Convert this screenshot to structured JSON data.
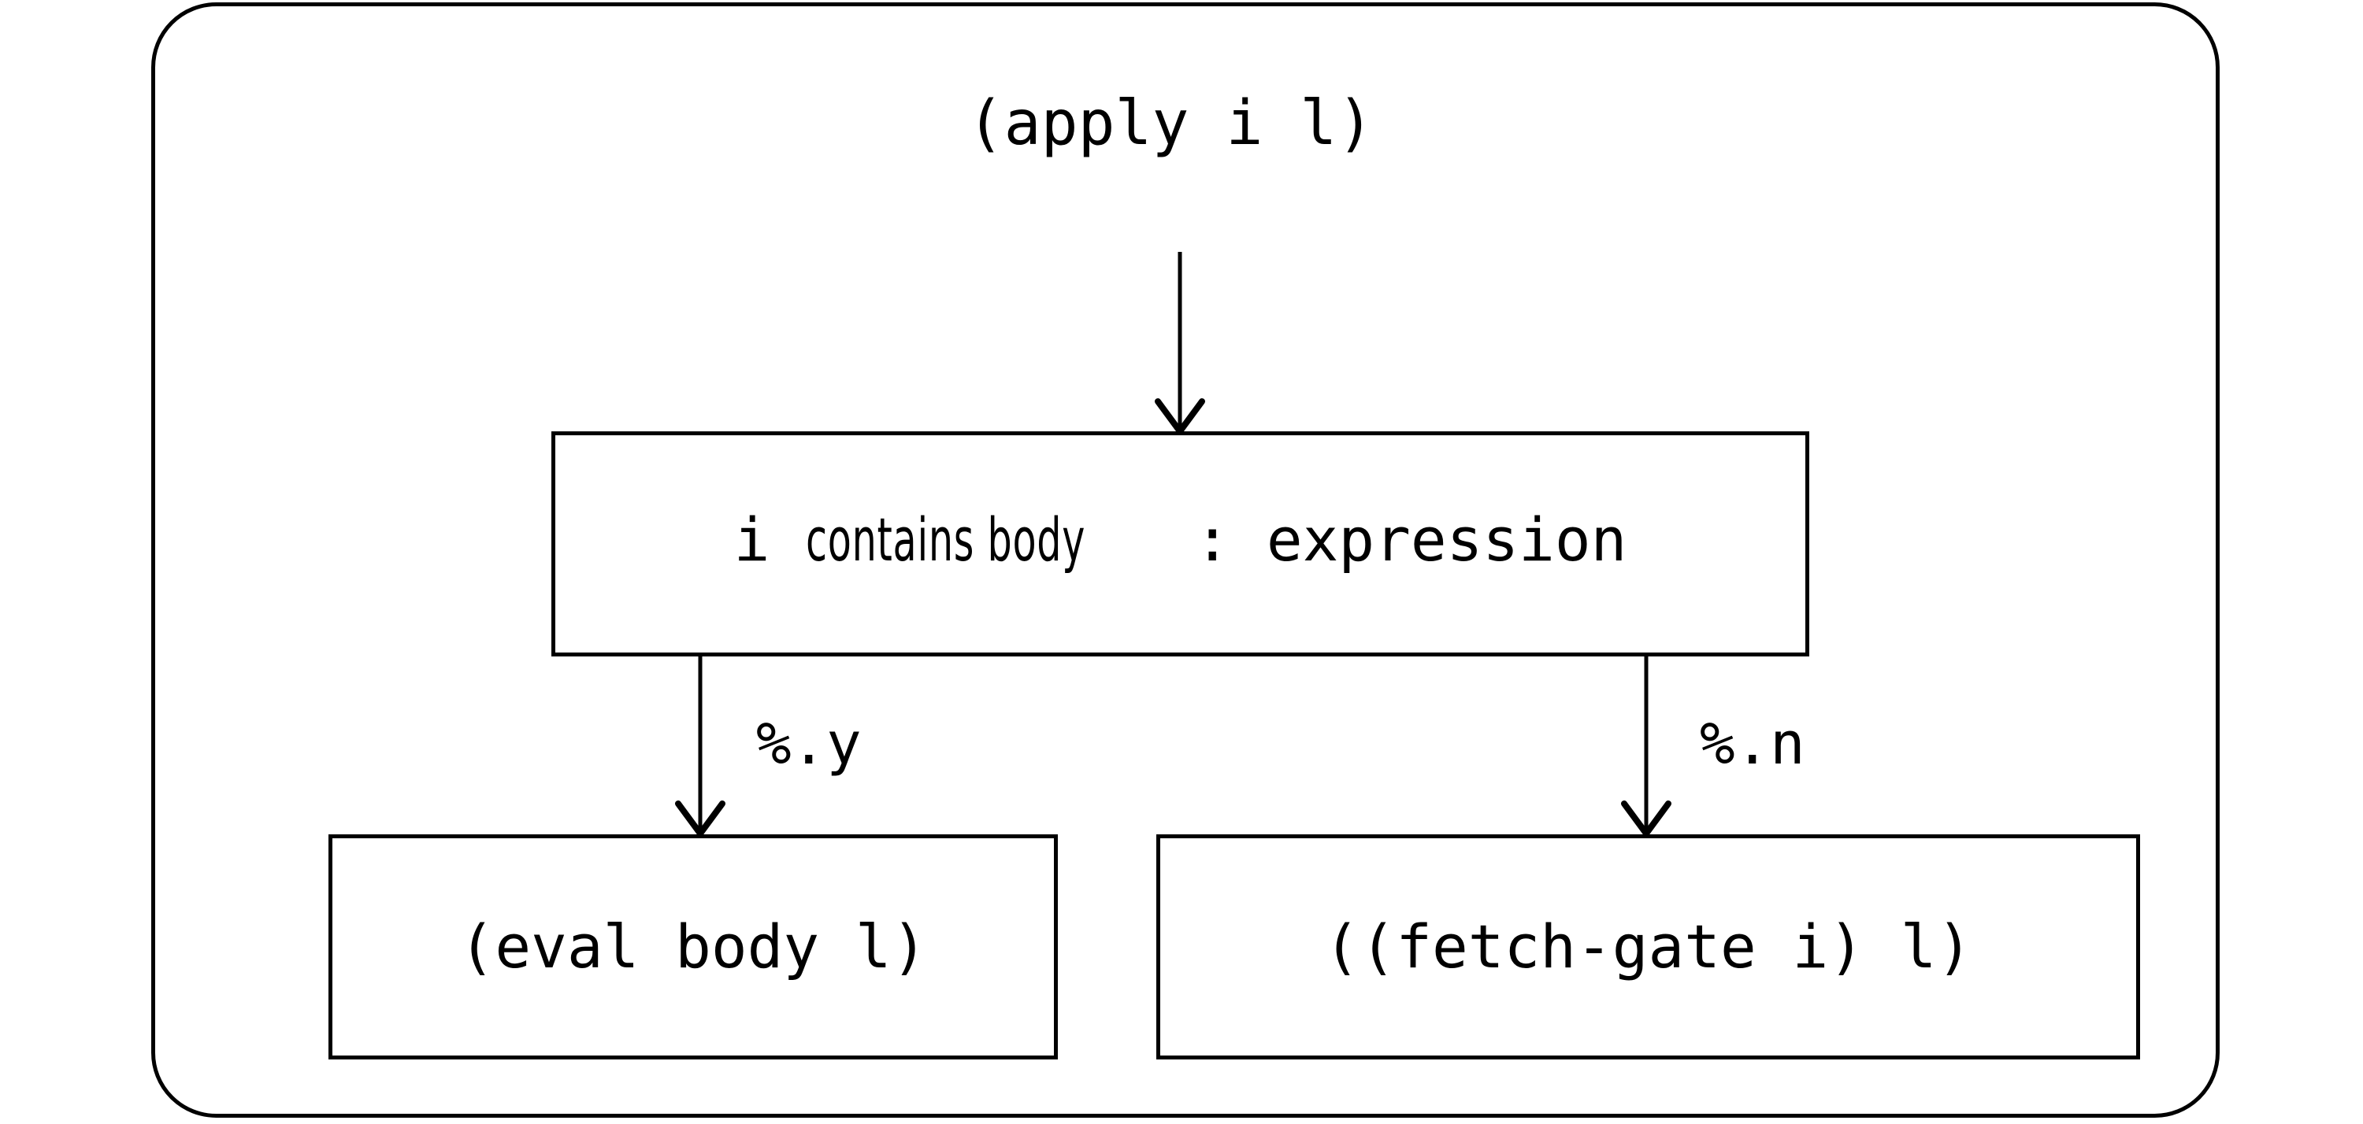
{
  "diagram": {
    "type": "flowchart",
    "container": {
      "shape": "rounded-rectangle",
      "stroke_color": "#000000",
      "fill_color": "#ffffff"
    },
    "root": {
      "label": "(apply i l)",
      "shape": "plain-text"
    },
    "decision": {
      "label_full": "i contains body: expression",
      "label_subject": "i ",
      "label_predicate": "contains body",
      "label_type": ": expression",
      "shape": "rectangle"
    },
    "edges": [
      {
        "from": "root",
        "to": "decision",
        "label": "",
        "arrowhead": "open-v"
      },
      {
        "from": "decision",
        "to": "leaf_yes",
        "label": "%.y",
        "arrowhead": "open-v"
      },
      {
        "from": "decision",
        "to": "leaf_no",
        "label": "%.n",
        "arrowhead": "open-v"
      }
    ],
    "leaf_yes": {
      "label": "(eval body l)",
      "shape": "rectangle"
    },
    "leaf_no": {
      "label": "((fetch-gate i) l)",
      "shape": "rectangle"
    },
    "colors": {
      "stroke": "#000000",
      "background": "#ffffff",
      "text": "#000000"
    }
  }
}
